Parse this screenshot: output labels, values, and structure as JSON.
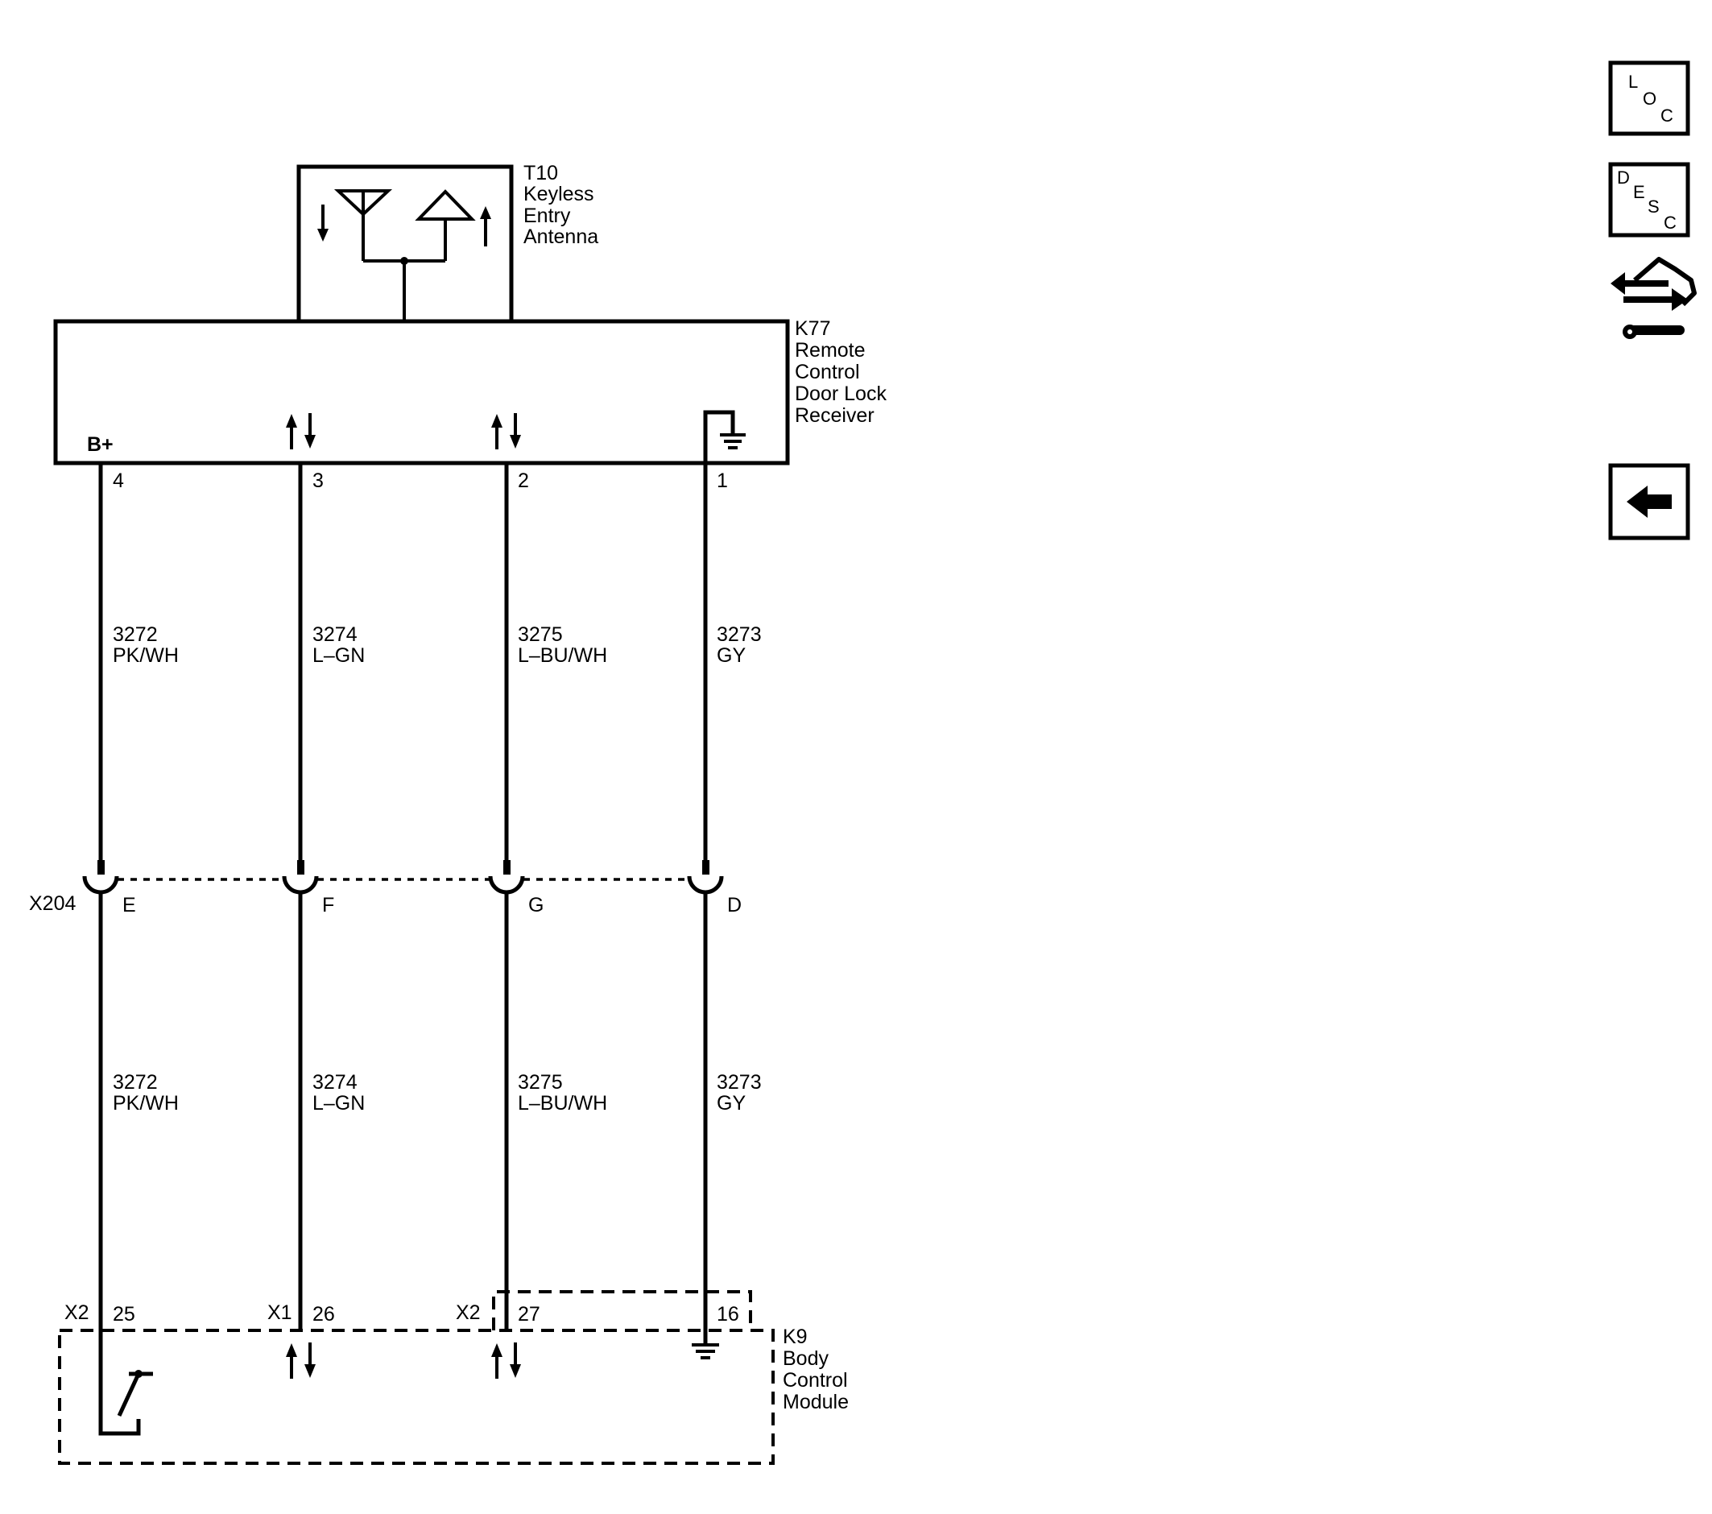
{
  "antenna": {
    "ref": "T10",
    "name_lines": [
      "Keyless",
      "Entry",
      "Antenna"
    ]
  },
  "receiver": {
    "ref": "K77",
    "name_lines": [
      "Remote",
      "Control",
      "Door Lock",
      "Receiver"
    ],
    "power_label": "B+",
    "pins": [
      "4",
      "3",
      "2",
      "1"
    ]
  },
  "wires_upper": [
    {
      "circuit": "3272",
      "color": "PK/WH"
    },
    {
      "circuit": "3274",
      "color": "L–GN"
    },
    {
      "circuit": "3275",
      "color": "L–BU/WH"
    },
    {
      "circuit": "3273",
      "color": "GY"
    }
  ],
  "inline_connector": {
    "ref": "X204",
    "pins": [
      "E",
      "F",
      "G",
      "D"
    ]
  },
  "wires_lower": [
    {
      "circuit": "3272",
      "color": "PK/WH"
    },
    {
      "circuit": "3274",
      "color": "L–GN"
    },
    {
      "circuit": "3275",
      "color": "L–BU/WH"
    },
    {
      "circuit": "3273",
      "color": "GY"
    }
  ],
  "bcm": {
    "ref": "K9",
    "name_lines": [
      "Body",
      "Control",
      "Module"
    ],
    "connectors": [
      "X2",
      "X1",
      "X2"
    ],
    "pins": [
      "25",
      "26",
      "27",
      "16"
    ]
  },
  "nav_icons": {
    "loc": {
      "letters": [
        "L",
        "O",
        "C"
      ]
    },
    "desc": {
      "letters": [
        "D",
        "E",
        "S",
        "C"
      ]
    },
    "connector_icon": "connector-end-view-icon",
    "back_icon": "back-arrow-icon"
  }
}
